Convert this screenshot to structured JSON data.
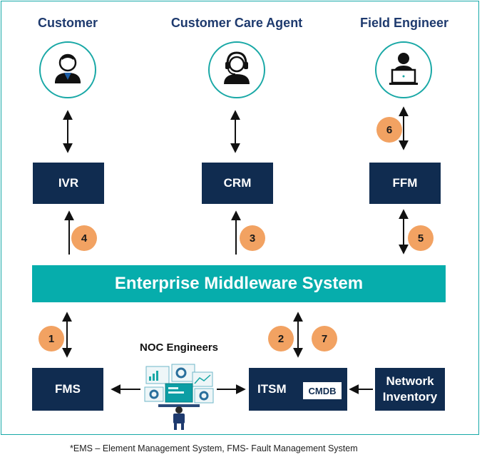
{
  "actors": {
    "customer": {
      "label": "Customer",
      "icon": "customer-icon"
    },
    "agent": {
      "label": "Customer Care Agent",
      "icon": "headset-agent-icon"
    },
    "field_engineer": {
      "label": "Field Engineer",
      "icon": "laptop-engineer-icon"
    }
  },
  "systems": {
    "ivr": "IVR",
    "crm": "CRM",
    "ffm": "FFM",
    "fms": "FMS",
    "itsm": "ITSM",
    "cmdb": "CMDB",
    "network_inventory": "Network Inventory"
  },
  "middleware": "Enterprise Middleware System",
  "noc": {
    "label": "NOC Engineers",
    "icon": "noc-dashboard-icon"
  },
  "steps": [
    "1",
    "2",
    "3",
    "4",
    "5",
    "6",
    "7"
  ],
  "footnote": "*EMS – Element Management System, FMS- Fault Management System",
  "colors": {
    "navy": "#102c50",
    "teal": "#06adac",
    "orange": "#f2a262",
    "title": "#1e3a6e"
  }
}
